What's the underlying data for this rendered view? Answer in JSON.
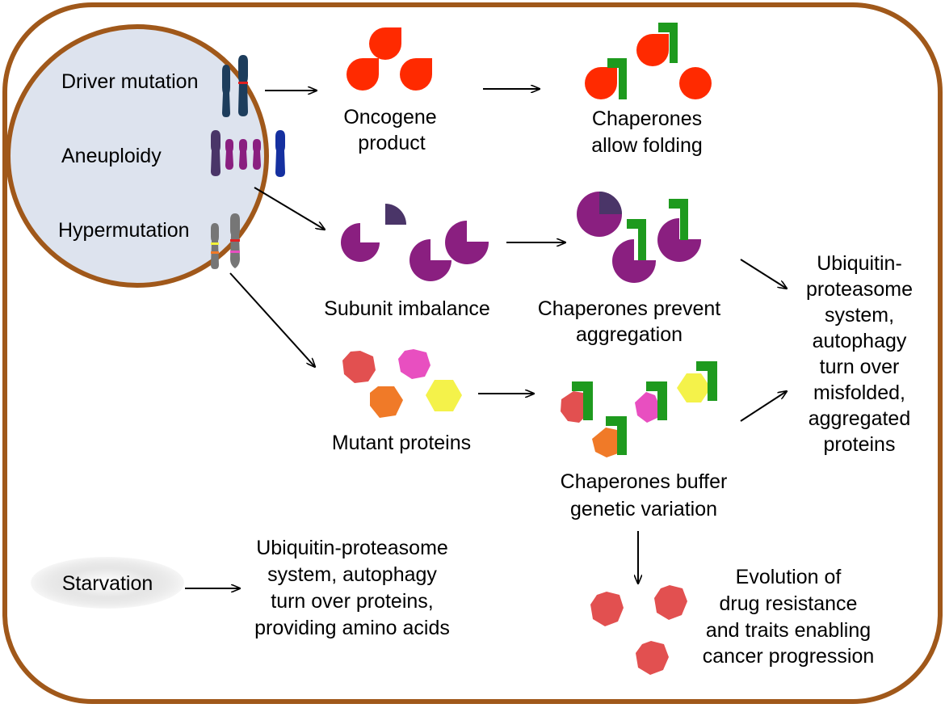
{
  "colors": {
    "frame": "#a0581a",
    "cell_fill": "#dde3ee",
    "oncogene": "#ff2a00",
    "chaperone": "#1e9a1e",
    "subunit": "#8a1f80",
    "subunit_light": "#4a3568",
    "mutant_red": "#e25050",
    "mutant_pink": "#e84fc0",
    "mutant_orange": "#f07a28",
    "mutant_yellow": "#f4f24a",
    "evolved": "#e25050",
    "chromosome_navy": "#1d3d5c",
    "chromosome_purple": "#8a1f80",
    "chromosome_grey": "#767676",
    "chromosome_blue": "#1530a0",
    "chromosome_dark": "#4a3568"
  },
  "causes": {
    "driver_mutation": "Driver mutation",
    "aneuploidy": "Aneuploidy",
    "hypermutation": "Hypermutation"
  },
  "oncogene": {
    "label_1": "Oncogene",
    "label_2": "product",
    "chaperone_label_1": "Chaperones",
    "chaperone_label_2": "allow folding"
  },
  "subunit": {
    "label": "Subunit imbalance",
    "chaperone_label_1": "Chaperones prevent",
    "chaperone_label_2": "aggregation"
  },
  "mutant": {
    "label": "Mutant proteins",
    "chaperone_label_1": "Chaperones buffer",
    "chaperone_label_2": "genetic variation"
  },
  "ups": {
    "lines": [
      "Ubiquitin-",
      "proteasome",
      "system,",
      "autophagy",
      "turn over",
      "misfolded,",
      "aggregated",
      "proteins"
    ]
  },
  "starvation": {
    "label": "Starvation",
    "result_lines": [
      "Ubiquitin-proteasome",
      "system, autophagy",
      "turn over proteins,",
      "providing amino acids"
    ]
  },
  "evolution": {
    "lines": [
      "Evolution of",
      "drug resistance",
      "and traits enabling",
      "cancer progression"
    ]
  }
}
